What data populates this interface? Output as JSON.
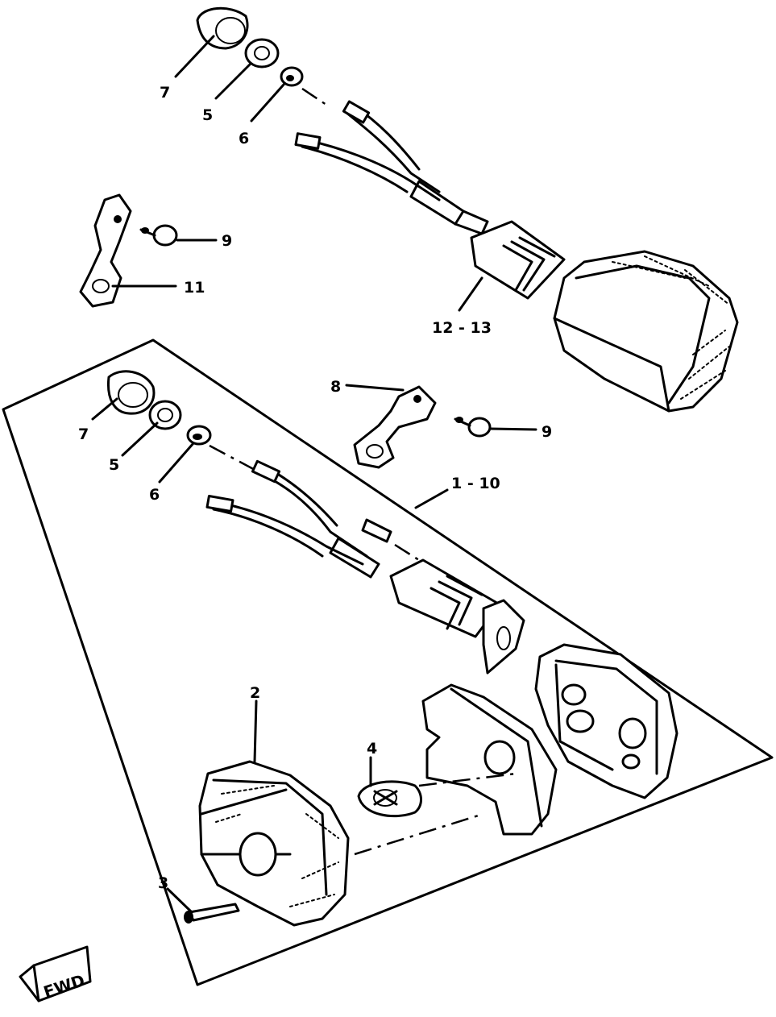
{
  "callouts": {
    "top_cap": "7",
    "top_nut": "5",
    "top_washer": "6",
    "top_bolt": "9",
    "top_bracket": "11",
    "top_assembly": "12 - 13",
    "mid_bracket": "8",
    "mid_bolt": "9",
    "lower_cap": "7",
    "lower_nut": "5",
    "lower_washer": "6",
    "lower_assembly": "1 - 10",
    "lens": "2",
    "screw": "3",
    "bulb": "4"
  },
  "direction_tag": "FWD"
}
